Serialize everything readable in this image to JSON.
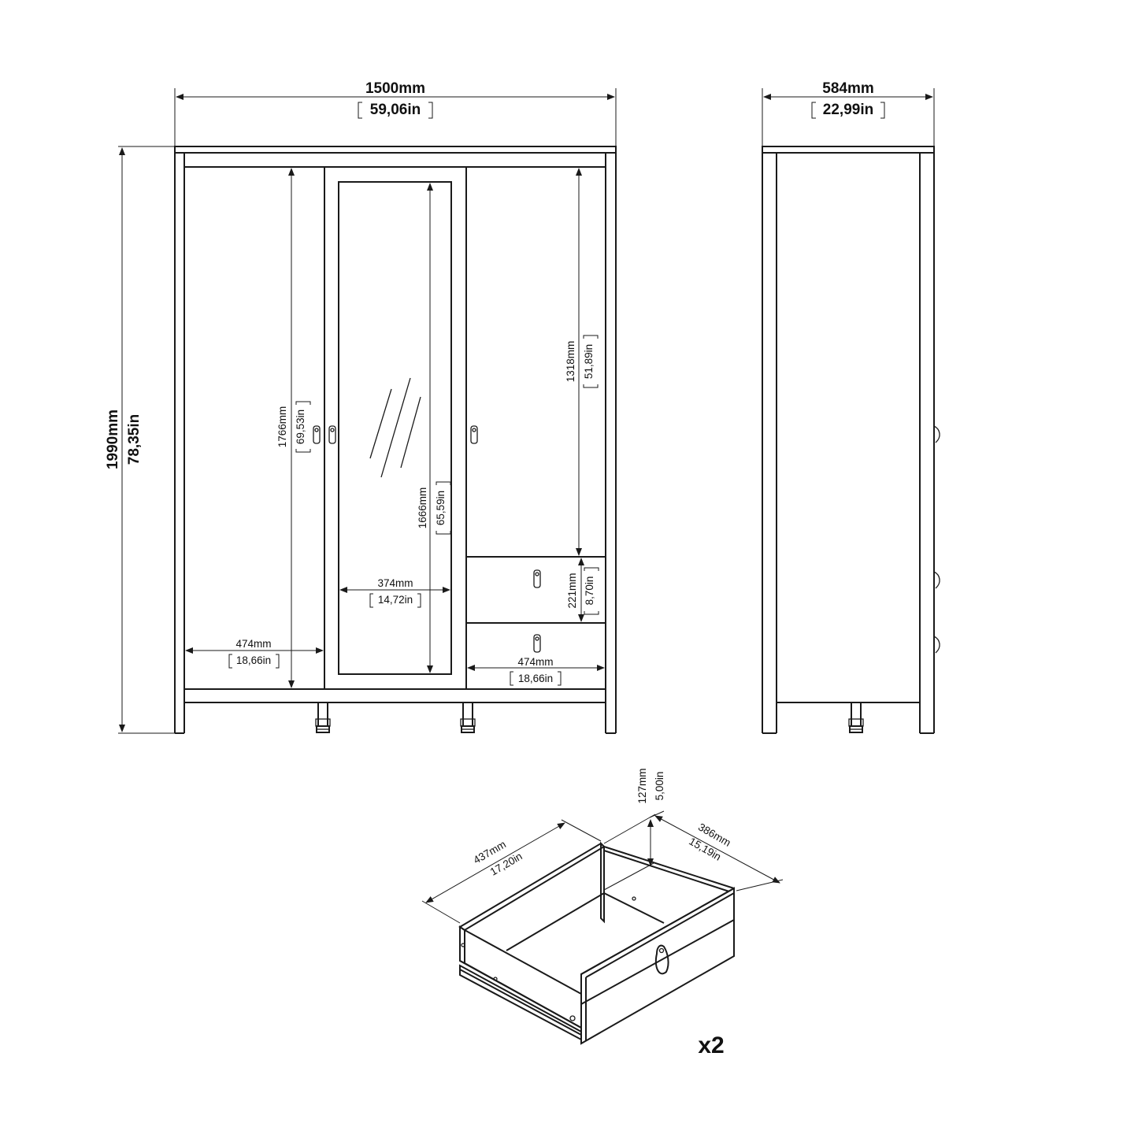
{
  "front": {
    "width_mm": "1500mm",
    "width_in": "59,06in",
    "height_mm": "1990mm",
    "height_in": "78,35in",
    "left_door_height_mm": "1766mm",
    "left_door_height_in": "69,53in",
    "left_door_width_mm": "474mm",
    "left_door_width_in": "18,66in",
    "mirror_height_mm": "1666mm",
    "mirror_height_in": "65,59in",
    "mirror_width_mm": "374mm",
    "mirror_width_in": "14,72in",
    "right_compartment_height_mm": "1318mm",
    "right_compartment_height_in": "51,89in",
    "drawer_front_height_mm": "221mm",
    "drawer_front_height_in": "8,70in",
    "drawer_width_mm": "474mm",
    "drawer_width_in": "18,66in"
  },
  "side": {
    "depth_mm": "584mm",
    "depth_in": "22,99in"
  },
  "drawer": {
    "width_mm": "437mm",
    "width_in": "17,20in",
    "depth_mm": "386mm",
    "depth_in": "15,19in",
    "height_mm": "127mm",
    "height_in": "5,00in",
    "quantity": "x2"
  }
}
